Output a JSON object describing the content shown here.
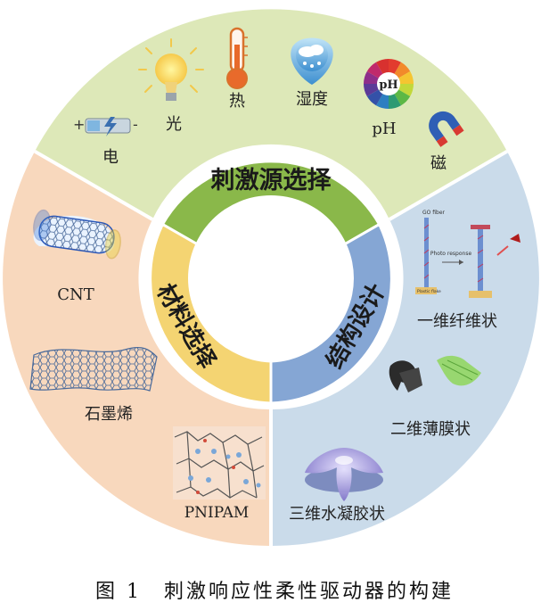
{
  "sectors": {
    "stimulus": {
      "title": "刺激源选择",
      "items": [
        "电",
        "光",
        "热",
        "湿度",
        "pH",
        "磁"
      ],
      "color": "#dde8b8",
      "inner_color": "#8ab84a"
    },
    "material": {
      "title": "材料选择",
      "items": [
        "CNT",
        "石墨烯",
        "PNIPAM"
      ],
      "color": "#f8d8bd",
      "inner_color": "#f4d472"
    },
    "structure": {
      "title": "结构设计",
      "items": [
        "一维纤维状",
        "二维薄膜状",
        "三维水凝胶状"
      ],
      "color": "#cadbea",
      "inner_color": "#85a6d4"
    }
  },
  "icons": {
    "electric": "battery-icon",
    "light": "light-bulb-icon",
    "heat": "thermometer-icon",
    "humidity": "cloud-rain-icon",
    "ph": "ph-color-wheel-icon",
    "magnet": "magnet-icon",
    "cnt": "carbon-nanotube-icon",
    "graphene": "graphene-sheet-icon",
    "pnipam": "polymer-network-icon",
    "fiber": "fiber-actuator-icon",
    "film": "film-actuator-icon",
    "hydrogel": "hydrogel-actuator-icon"
  },
  "fiber_image": {
    "label_top": "GO fiber",
    "label_mid": "Photo response",
    "label_base": "Plastic flake"
  },
  "ph_wheel_label": "pH",
  "battery_signs": [
    "+",
    "-"
  ],
  "caption": "图 1　刺激响应性柔性驱动器的构建"
}
